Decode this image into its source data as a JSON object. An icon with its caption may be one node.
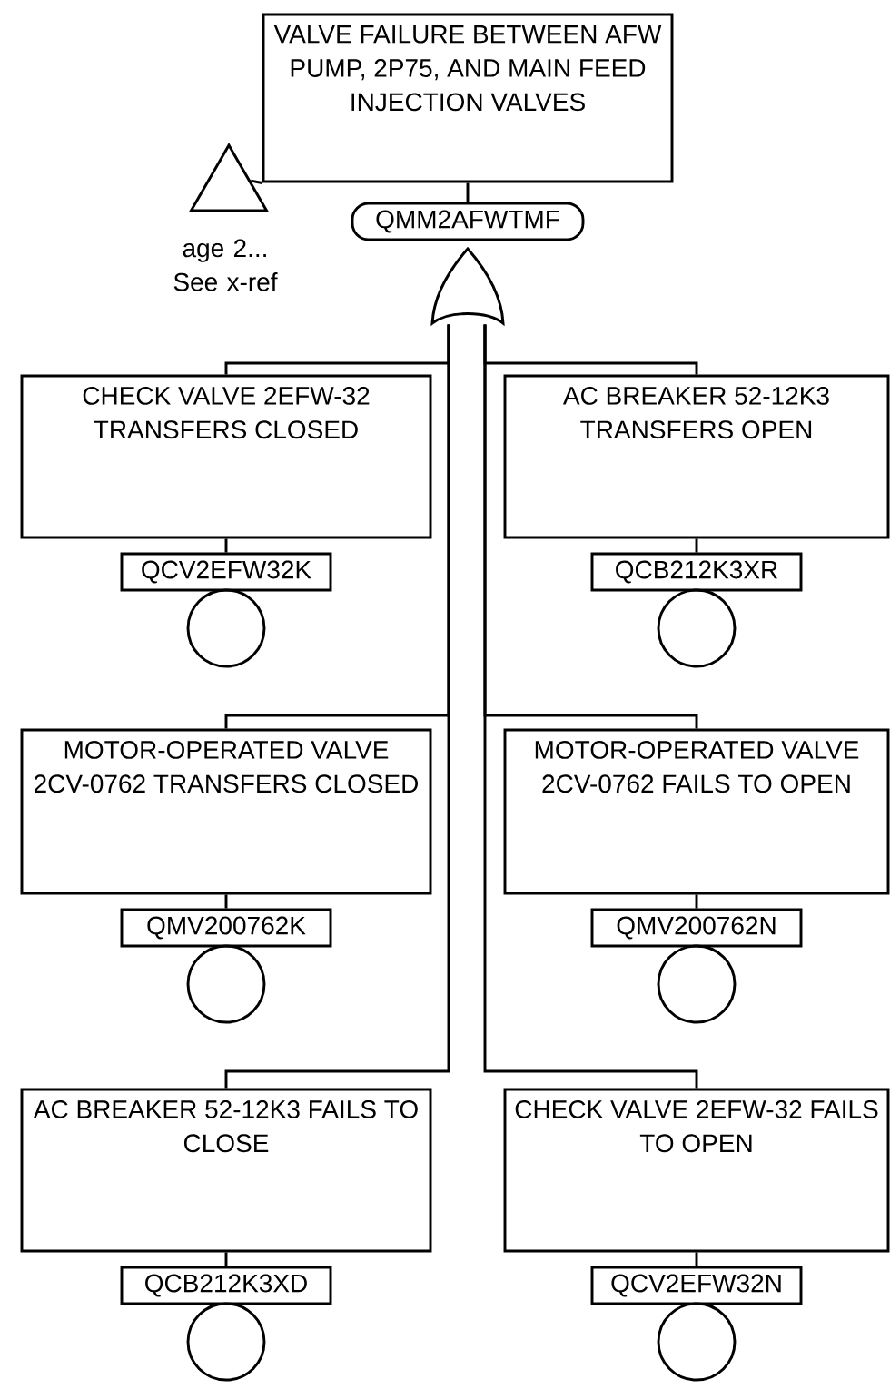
{
  "diagram": {
    "nodes": [
      {
        "text": [
          "VALVE FAILURE BETWEEN AFW PUMP, 2P75, AND MAIN FEED INJECTION VALVES"
        ]
      },
      {
        "text": [],
        "shape": "triangle",
        "beside": [
          "age 2... See x-ref"
        ]
      },
      {
        "text": [
          "QMM2AFWTMF"
        ]
      },
      {
        "text": [],
        "shape": "gate"
      },
      {
        "text": [
          "CHECK VALVE 2EFW-32 TRANSFERS CLOSED"
        ]
      },
      {
        "text": [
          "QCV2EFW32K"
        ]
      },
      {
        "text": [],
        "shape": "circle"
      },
      {
        "text": [
          "AC BREAKER 52-12K3 TRANSFERS OPEN"
        ]
      },
      {
        "text": [
          "QCB212K3XR"
        ]
      },
      {
        "text": [],
        "shape": "circle"
      },
      {
        "text": [
          "MOTOR-OPERATED VALVE 2CV-0762 TRANSFERS CLOSED"
        ]
      },
      {
        "text": [
          "QMV200762K"
        ]
      },
      {
        "text": [],
        "shape": "circle"
      },
      {
        "text": [
          "MOTOR-OPERATED VALVE 2CV-0762 FAILS TO OPEN"
        ]
      },
      {
        "text": [
          "QMV200762N"
        ]
      },
      {
        "text": [],
        "shape": "circle"
      },
      {
        "text": [
          "AC BREAKER 52-12K3 FAILS TO CLOSE"
        ]
      },
      {
        "text": [
          "QCB212K3XD"
        ]
      },
      {
        "text": [],
        "shape": "circle"
      },
      {
        "text": [
          "CHECK VALVE 2EFW-32 FAILS TO OPEN"
        ]
      },
      {
        "text": [
          "QCV2EFW32N"
        ]
      },
      {
        "text": [],
        "shape": "circle"
      }
    ],
    "edges": [
      {
        "from": 1,
        "to": 0,
        "arrow": "none"
      },
      {
        "from": 0,
        "to": 2,
        "arrow": "none"
      },
      {
        "from": 3,
        "to": 4,
        "arrow": "none"
      },
      {
        "from": 3,
        "to": 7,
        "arrow": "none"
      },
      {
        "from": 3,
        "to": 10,
        "arrow": "none"
      },
      {
        "from": 3,
        "to": 13,
        "arrow": "none"
      },
      {
        "from": 3,
        "to": 16,
        "arrow": "none"
      },
      {
        "from": 3,
        "to": 19,
        "arrow": "none"
      },
      {
        "from": 4,
        "to": 5,
        "arrow": "none"
      },
      {
        "from": 7,
        "to": 8,
        "arrow": "none"
      },
      {
        "from": 10,
        "to": 11,
        "arrow": "none"
      },
      {
        "from": 13,
        "to": 14,
        "arrow": "none"
      },
      {
        "from": 16,
        "to": 17,
        "arrow": "none"
      },
      {
        "from": 19,
        "to": 20,
        "arrow": "none"
      }
    ]
  }
}
